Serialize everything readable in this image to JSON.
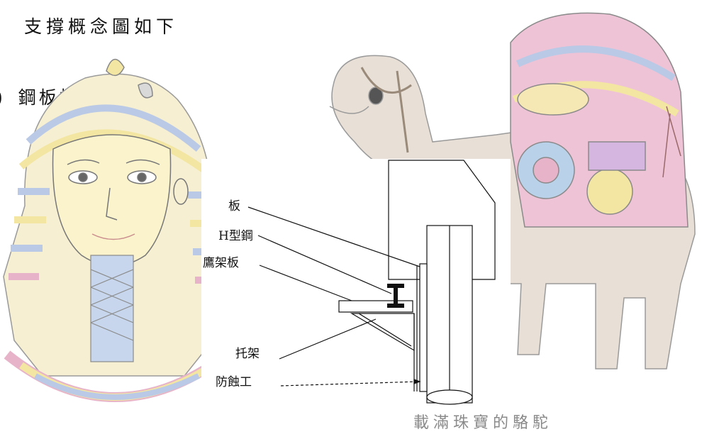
{
  "heading": "支撐概念圖如下",
  "subheading_bracket": ")",
  "subheading": "鋼板樁式",
  "diagram": {
    "labels": [
      "板",
      "H型鋼",
      "鷹架板",
      "托架",
      "防蝕工"
    ]
  },
  "camel_caption": "載滿珠寶的駱駝",
  "colors": {
    "pencil_line": "#9a9a9a",
    "gold": "#f3e6a2",
    "blue_stripe": "#b9c9e6",
    "pink_stripe": "#e7b3c9",
    "camel_body": "#e8dfd6"
  }
}
